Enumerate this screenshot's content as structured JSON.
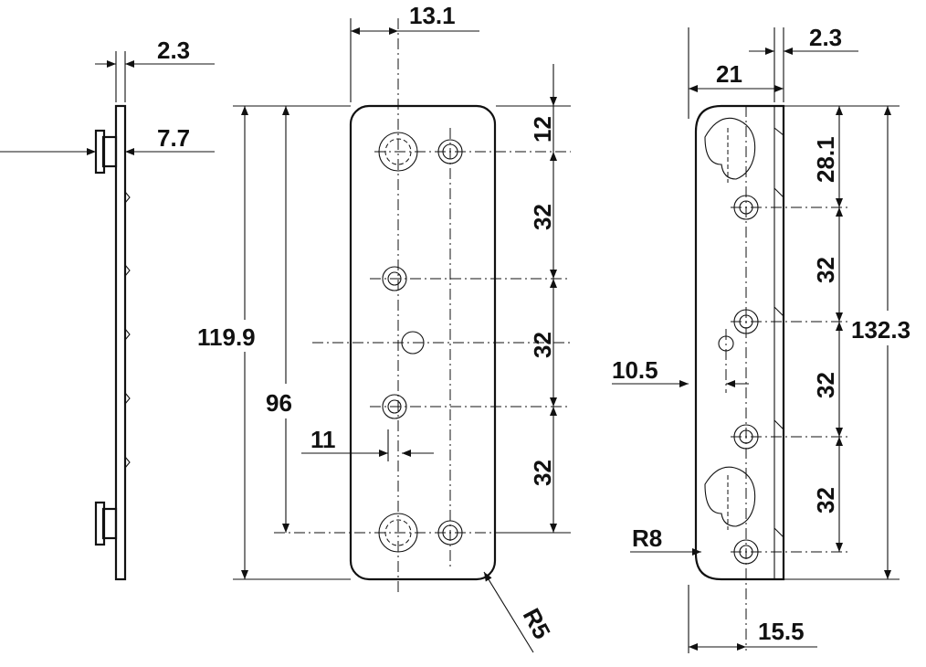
{
  "dimensions": {
    "side_thickness": "2.3",
    "side_pin_offset": "7.7",
    "top_offset": "13.1",
    "edge_to_first_hole": "12",
    "spacing_a": "32",
    "spacing_b": "32",
    "spacing_c": "32",
    "overall_height": "119.9",
    "hole_span": "96",
    "hole_offset": "11",
    "corner_radius": "R5",
    "right_thickness": "2.3",
    "right_depth": "21",
    "right_first": "28.1",
    "right_spacing_a": "32",
    "right_spacing_b": "32",
    "right_spacing_c": "32",
    "right_overall": "132.3",
    "right_side_offset": "10.5",
    "right_radius": "R8",
    "right_bottom": "15.5"
  }
}
